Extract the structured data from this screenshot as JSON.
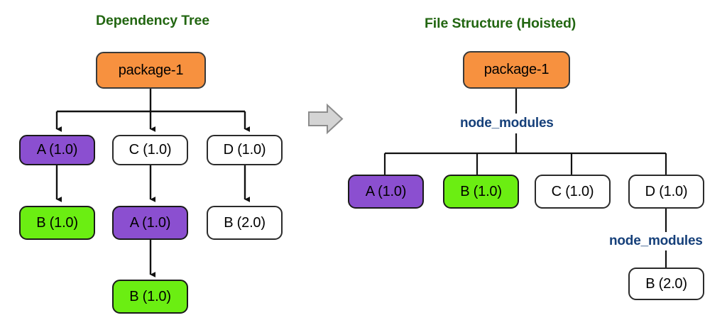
{
  "diagram": {
    "type": "tree-comparison",
    "background_color": "#ffffff",
    "title_color": "#226611",
    "folder_label_color": "#1F4E8C",
    "node_colors": {
      "orange": "#F7913F",
      "purple": "#8B4FD0",
      "green": "#6BEE12",
      "white": "#FFFFFF",
      "border": "#231F20"
    },
    "transition_arrow": {
      "name": "right-arrow",
      "fill": "#D4D4D4",
      "stroke": "#8C8C8C"
    }
  },
  "left_panel": {
    "title": "Dependency Tree",
    "root": {
      "label": "package-1",
      "color": "orange"
    },
    "level1": [
      {
        "label": "A (1.0)",
        "color": "purple"
      },
      {
        "label": "C (1.0)",
        "color": "white"
      },
      {
        "label": "D (1.0)",
        "color": "white"
      }
    ],
    "level2": [
      {
        "label": "B (1.0)",
        "color": "green"
      },
      {
        "label": "A (1.0)",
        "color": "purple"
      },
      {
        "label": "B (2.0)",
        "color": "white"
      }
    ],
    "level3": [
      {
        "label": "B (1.0)",
        "color": "green"
      }
    ]
  },
  "right_panel": {
    "title": "File Structure (Hoisted)",
    "root": {
      "label": "package-1",
      "color": "orange"
    },
    "node_modules_label": "node_modules",
    "hoisted": [
      {
        "label": "A (1.0)",
        "color": "purple"
      },
      {
        "label": "B (1.0)",
        "color": "green"
      },
      {
        "label": "C (1.0)",
        "color": "white"
      },
      {
        "label": "D (1.0)",
        "color": "white"
      }
    ],
    "nested_node_modules_label": "node_modules",
    "nested": [
      {
        "label": "B (2.0)",
        "color": "white"
      }
    ]
  }
}
